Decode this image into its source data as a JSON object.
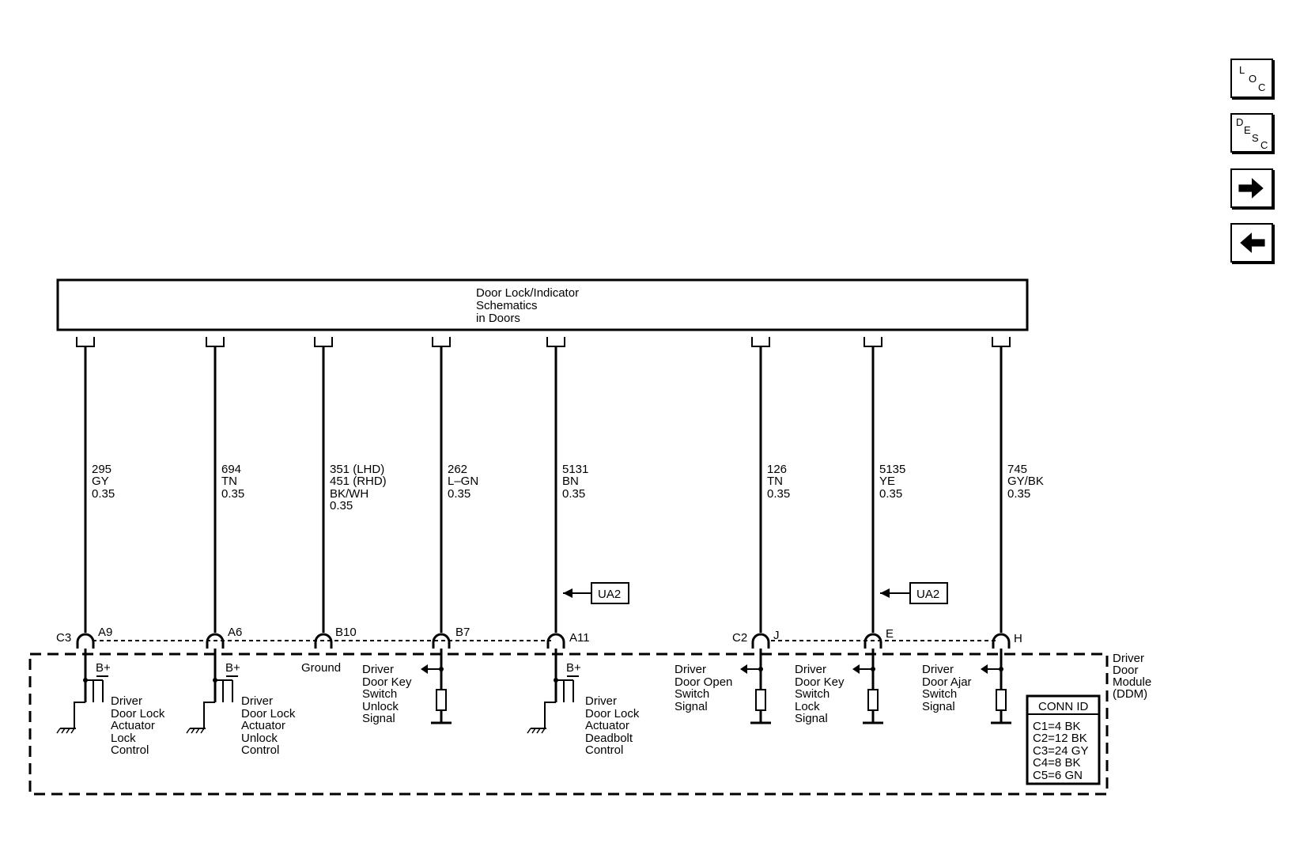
{
  "nav": {
    "loc": [
      "L",
      "O",
      "C"
    ],
    "desc": [
      "D",
      "E",
      "S",
      "C"
    ],
    "next_icon": "arrow-right-icon",
    "prev_icon": "arrow-left-icon"
  },
  "top_box": {
    "lines": [
      "Door Lock/Indicator",
      "Schematics",
      "in Doors"
    ]
  },
  "wires": [
    {
      "id": "w1",
      "label": [
        "295",
        "GY",
        "0.35"
      ],
      "pin": "A9",
      "conn": "C3"
    },
    {
      "id": "w2",
      "label": [
        "694",
        "TN",
        "0.35"
      ],
      "pin": "A6",
      "conn": ""
    },
    {
      "id": "w3",
      "label": [
        "351 (LHD)",
        "451 (RHD)",
        "BK/WH",
        "0.35"
      ],
      "pin": "B10",
      "conn": ""
    },
    {
      "id": "w4",
      "label": [
        "262",
        "L–GN",
        "0.35"
      ],
      "pin": "B7",
      "conn": ""
    },
    {
      "id": "w5",
      "label": [
        "5131",
        "BN",
        "0.35"
      ],
      "pin": "A11",
      "conn": ""
    },
    {
      "id": "w6",
      "label": [
        "126",
        "TN",
        "0.35"
      ],
      "pin": "J",
      "conn": "C2"
    },
    {
      "id": "w7",
      "label": [
        "5135",
        "YE",
        "0.35"
      ],
      "pin": "E",
      "conn": ""
    },
    {
      "id": "w8",
      "label": [
        "745",
        "GY/BK",
        "0.35"
      ],
      "pin": "H",
      "conn": ""
    }
  ],
  "ua2": [
    "UA2",
    "UA2"
  ],
  "bplus": [
    "B+",
    "B+",
    "B+"
  ],
  "ground_label": "Ground",
  "circuits": [
    [
      "Driver",
      "Door Lock",
      "Actuator",
      "Lock",
      "Control"
    ],
    [
      "Driver",
      "Door Lock",
      "Actuator",
      "Unlock",
      "Control"
    ],
    [
      "Driver",
      "Door Key",
      "Switch",
      "Unlock",
      "Signal"
    ],
    [
      "Driver",
      "Door Lock",
      "Actuator",
      "Deadbolt",
      "Control"
    ],
    [
      "Driver",
      "Door Open",
      "Switch",
      "Signal"
    ],
    [
      "Driver",
      "Door Key",
      "Switch",
      "Lock",
      "Signal"
    ],
    [
      "Driver",
      "Door Ajar",
      "Switch",
      "Signal"
    ]
  ],
  "module": [
    "Driver",
    "Door",
    "Module",
    "(DDM)"
  ],
  "conn_id": {
    "title": "CONN ID",
    "rows": [
      "C1=4 BK",
      "C2=12 BK",
      "C3=24 GY",
      "C4=8 BK",
      "C5=6 GN"
    ]
  }
}
